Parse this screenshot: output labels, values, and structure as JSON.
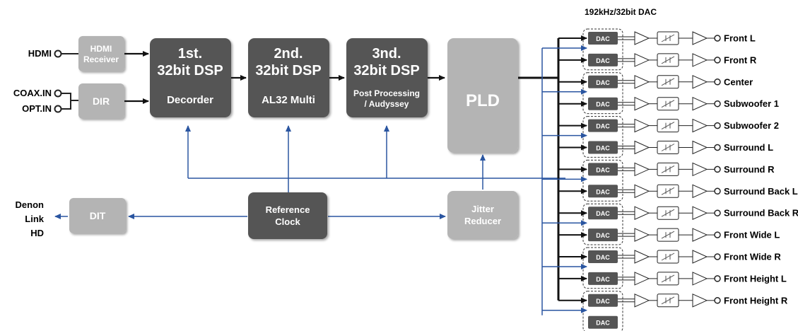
{
  "title": "192kHz/32bit DAC",
  "inputs": [
    "HDMI",
    "COAX.IN",
    "OPT.IN"
  ],
  "hdmi_receiver": [
    "HDMI",
    "Receiver"
  ],
  "dir": "DIR",
  "dsp1": {
    "title": [
      "1st.",
      "32bit DSP"
    ],
    "sub": [
      "Decorder"
    ]
  },
  "dsp2": {
    "title": [
      "2nd.",
      "32bit DSP"
    ],
    "sub": [
      "AL32 Multi"
    ]
  },
  "dsp3": {
    "title": [
      "3nd.",
      "32bit DSP"
    ],
    "sub": [
      "Post Processing",
      "/ Audyssey"
    ]
  },
  "pld": "PLD",
  "ref_clock": [
    "Reference",
    "Clock"
  ],
  "jitter": [
    "Jitter",
    "Reducer"
  ],
  "dit": "DIT",
  "denon_link": [
    "Denon",
    "Link",
    "HD"
  ],
  "dac_label": "DAC",
  "dac_count": 14,
  "outputs": [
    "Front L",
    "Front R",
    "Center",
    "Subwoofer 1",
    "Subwoofer 2",
    "Surround L",
    "Surround R",
    "Surround Back L",
    "Surround Back R",
    "Front Wide L",
    "Front Wide R",
    "Front Height L",
    "Front Height R"
  ],
  "colors": {
    "dark_block": "#555555",
    "light_block": "#b4b4b4",
    "signal": "#222222",
    "clock": "#2a55a0"
  }
}
